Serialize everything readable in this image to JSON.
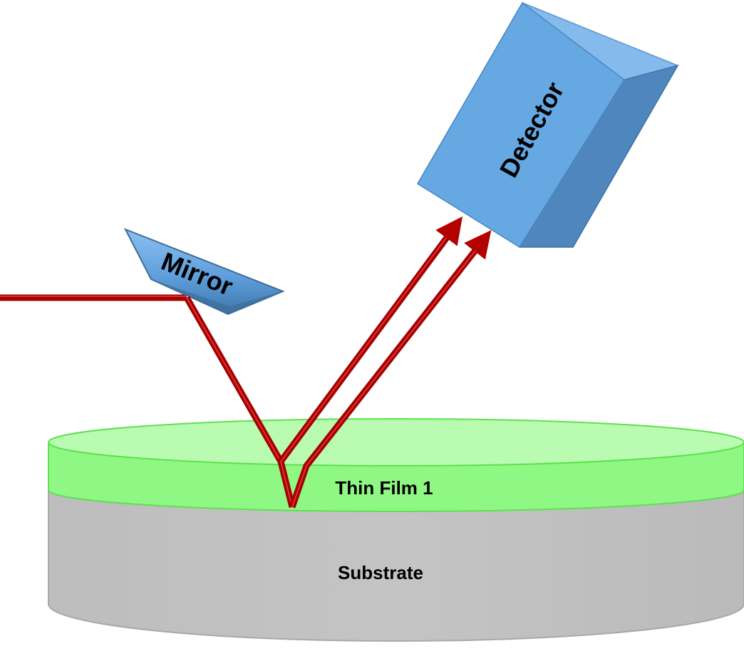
{
  "labels": {
    "detector": "Detector",
    "mirror": "Mirror",
    "thin_film": "Thin Film 1",
    "substrate": "Substrate"
  },
  "colors": {
    "beam": "#a30000",
    "beam_highlight": "#e03030",
    "film_top": "#b9fbb0",
    "film_side": "#8ff784",
    "film_edge": "#5fe050",
    "substrate_side": "#c0c0c0",
    "substrate_edge": "#a8a8a8",
    "detector_front": "#66a8e2",
    "detector_top": "#85bbec",
    "detector_side": "#4e86bd",
    "mirror_face": "#6aa9e6",
    "mirror_dark": "#3d6d99"
  }
}
